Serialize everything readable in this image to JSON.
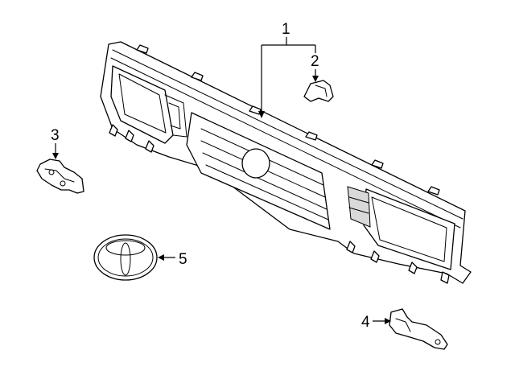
{
  "diagram": {
    "callouts": [
      {
        "id": "1",
        "label": "1"
      },
      {
        "id": "2",
        "label": "2"
      },
      {
        "id": "3",
        "label": "3"
      },
      {
        "id": "4",
        "label": "4"
      },
      {
        "id": "5",
        "label": "5"
      }
    ],
    "parts": [
      {
        "callout": "1",
        "icon": "grille-assembly"
      },
      {
        "callout": "2",
        "icon": "bracket-clip"
      },
      {
        "callout": "3",
        "icon": "retainer-clip"
      },
      {
        "callout": "4",
        "icon": "mounting-bracket"
      },
      {
        "callout": "5",
        "icon": "toyota-emblem"
      }
    ],
    "colors": {
      "line": "#000000",
      "background": "#ffffff"
    }
  }
}
